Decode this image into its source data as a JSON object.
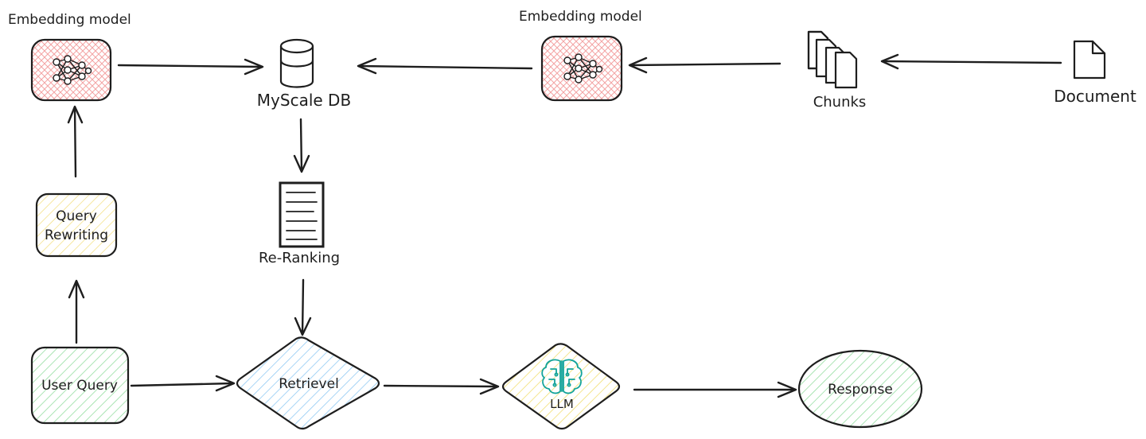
{
  "labels": {
    "embedding_model_left": "Embedding model",
    "embedding_model_right": "Embedding model",
    "myscale_db": "MyScale DB",
    "chunks": "Chunks",
    "document": "Document",
    "query_rewriting_line1": "Query",
    "query_rewriting_line2": "Rewriting",
    "re_ranking": "Re-Ranking",
    "user_query": "User Query",
    "retrievel": "Retrievel",
    "llm": "LLM",
    "response": "Response"
  },
  "colors": {
    "stroke": "#1e1e1e",
    "embedding_fill": "#ffc9c9",
    "query_rewriting_fill": "#fff3bf",
    "user_query_fill": "#b2f2bb",
    "retrievel_fill": "#a5d8ff",
    "llm_fill": "#ffec99",
    "llm_icon": "#12a39a",
    "response_fill": "#b2f2bb"
  },
  "icons": {
    "embedding": "neural-network-icon",
    "database": "database-icon",
    "chunks": "documents-stack-icon",
    "document": "document-icon",
    "re_ranking": "ranked-list-icon",
    "llm": "brain-circuit-icon"
  }
}
